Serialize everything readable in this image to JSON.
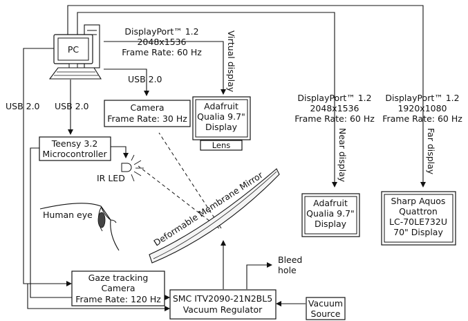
{
  "pc": {
    "label": "PC"
  },
  "links": {
    "virtual_port": [
      "DisplayPort™ 1.2",
      "2048x1536",
      "Frame Rate: 60 Hz"
    ],
    "near_port": [
      "DisplayPort™ 1.2",
      "2048x1536",
      "Frame Rate: 60 Hz"
    ],
    "far_port": [
      "DisplayPort™ 1.2",
      "1920x1080",
      "Frame Rate: 60 Hz"
    ],
    "usb_left": "USB 2.0",
    "usb_mid": "USB 2.0",
    "usb_camera": "USB 2.0",
    "virtual_display": "Virtual display",
    "near_display": "Near display",
    "far_display": "Far display"
  },
  "boxes": {
    "camera": [
      "Camera",
      "Frame Rate: 30 Hz"
    ],
    "adafruit_virtual": [
      "Adafruit",
      "Qualia 9.7\"",
      "Display"
    ],
    "lens": "Lens",
    "adafruit_near": [
      "Adafruit",
      "Qualia 9.7\"",
      "Display"
    ],
    "sharp": [
      "Sharp Aquos",
      "Quattron",
      "LC-70LE732U",
      "70\" Display"
    ],
    "teensy": [
      "Teensy 3.2",
      "Microcontroller"
    ],
    "gaze": [
      "Gaze tracking",
      "Camera",
      "Frame Rate: 120 Hz"
    ],
    "smc": [
      "SMC ITV2090-21N2BL5",
      "Vacuum Regulator"
    ],
    "vacuum": [
      "Vacuum",
      "Source"
    ]
  },
  "labels": {
    "ir_led": "IR LED",
    "human_eye": "Human eye",
    "mirror": "Deformable Membrane Mirror",
    "bleed": [
      "Bleed",
      "hole"
    ]
  }
}
